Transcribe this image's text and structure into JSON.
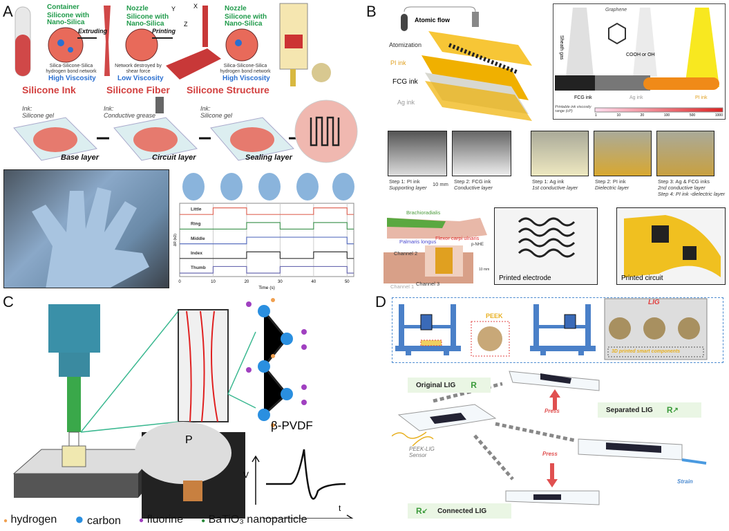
{
  "panels": {
    "a": {
      "label": "A",
      "container": "Container",
      "silicone_nano": "Silicone with Nano-Silica",
      "nozzle": "Nozzle",
      "extruding": "Extruding",
      "printing": "Printing",
      "net1": "Silica-Silicone-Silica hydrogen bond network",
      "visc_high": "High Viscosity",
      "net2": "Network destroyed by shear force",
      "visc_low": "Low Viscosity",
      "ink": "Silicone Ink",
      "fiber": "Silicone Fiber",
      "structure": "Silicone Structure",
      "axes": {
        "x": "X",
        "y": "Y",
        "z": "Z"
      },
      "layers": [
        {
          "ink_label": "Ink:",
          "ink": "Silicone gel",
          "name": "Base layer"
        },
        {
          "ink_label": "Ink:",
          "ink": "Conductive grease",
          "name": "Circuit layer"
        },
        {
          "ink_label": "Ink:",
          "ink": "Silicone gel",
          "name": "Sealing layer"
        }
      ]
    },
    "b": {
      "label": "B",
      "atomic_flow": "Atomic flow",
      "atomization": "Atomization",
      "pi_ink": "PI ink",
      "fcg_ink": "FCG ink",
      "ag_ink": "Ag ink",
      "inset": {
        "graphene": "Graphene",
        "sheath": "Sheath gas",
        "cooh": "COOH or OH",
        "fcg": "FCG ink",
        "ag": "Ag ink",
        "pi": "PI ink",
        "range": "Printable ink viscosity range (cP)",
        "ticks": [
          "1",
          "10",
          "20",
          "100",
          "500",
          "1000"
        ]
      },
      "steps_left": [
        {
          "title": "Step 1: PI ink",
          "sub": "Supporting layer"
        },
        {
          "title": "Step 2: FCG ink",
          "sub": "Conductive layer"
        }
      ],
      "scale": "10 mm",
      "steps_right": [
        {
          "title": "Step 1: Ag ink",
          "sub": "1st conductive layer"
        },
        {
          "title": "Step 2: PI ink",
          "sub": "Dielectric layer"
        },
        {
          "title": "Step 3: Ag & FCG inks",
          "sub": "2nd conductive layer",
          "extra": "Step 4: PI ink -dielectric layer"
        }
      ],
      "arm": {
        "brachio": "Brachioradialis",
        "palmaris": "Palmaris longus",
        "flexor": "Flexor carpi ulnaris",
        "pnhe": "p-NHE",
        "ch1": "Channel 1",
        "ch2": "Channel 2",
        "ch3": "Channel 3",
        "scale": "10 mm"
      },
      "electrode": "Printed electrode",
      "circuit": "Printed circuit"
    },
    "c": {
      "label": "C",
      "pvdf": "β-PVDF",
      "p": "P",
      "v": "V",
      "t": "t",
      "legend": [
        {
          "name": "hydrogen",
          "color": "#f0a050"
        },
        {
          "name": "carbon",
          "color": "#2a8fe0"
        },
        {
          "name": "fluorine",
          "color": "#a040c0"
        },
        {
          "name": "BaTiO₃ nanoparticle",
          "color": "#2a8a3a"
        }
      ]
    },
    "d": {
      "label": "D",
      "peek": "PEEK",
      "lig": "LIG",
      "smart": "3D printed smart components",
      "original": "Original LIG",
      "separated": "Separated LIG",
      "connected": "Connected LIG",
      "r": "R",
      "press": "Press",
      "sensor": "PEEK-LIG Sensor",
      "strain": "Strain"
    }
  },
  "chart_data": {
    "type": "line",
    "xlabel": "Time (s)",
    "ylabel": "ΔR (kΩ)",
    "xlim": [
      0,
      52
    ],
    "xticks": [
      "0",
      "10",
      "20",
      "30",
      "40",
      "50"
    ],
    "series": [
      {
        "name": "Little",
        "color": "#e0685a",
        "segments": [
          [
            0,
            0
          ],
          [
            10,
            1
          ],
          [
            20,
            0
          ],
          [
            40,
            1
          ],
          [
            50,
            0
          ]
        ]
      },
      {
        "name": "Ring",
        "color": "#4a9a5a",
        "segments": [
          [
            0,
            0
          ],
          [
            20,
            1
          ],
          [
            30,
            0
          ],
          [
            40,
            1
          ],
          [
            50,
            0
          ]
        ]
      },
      {
        "name": "Middle",
        "color": "#5a70c0",
        "segments": [
          [
            0,
            0
          ],
          [
            20,
            1
          ],
          [
            50,
            0
          ]
        ]
      },
      {
        "name": "Index",
        "color": "#333333",
        "segments": [
          [
            0,
            0
          ],
          [
            20,
            1
          ],
          [
            30,
            0
          ],
          [
            40,
            1
          ],
          [
            50,
            0
          ]
        ]
      },
      {
        "name": "Thumb",
        "color": "#6a6ab0",
        "segments": [
          [
            0,
            0
          ],
          [
            10,
            1
          ],
          [
            20,
            0
          ],
          [
            30,
            1
          ],
          [
            50,
            0
          ]
        ]
      }
    ]
  }
}
